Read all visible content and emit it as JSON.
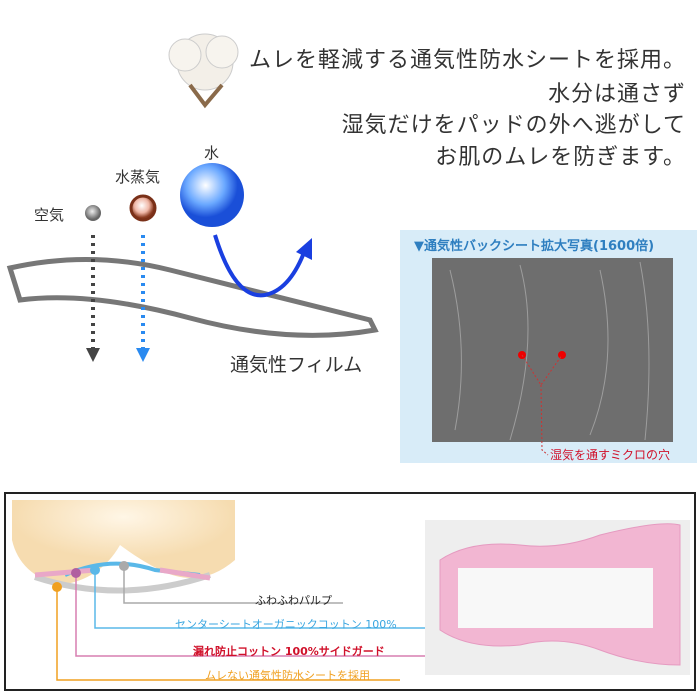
{
  "headline": {
    "lines": [
      "ムレを軽減する通気性防水シートを採用。",
      "水分は通さず",
      "湿気だけをパッドの外へ逃がして",
      "お肌のムレを防ぎます。"
    ]
  },
  "diagram": {
    "air": "空気",
    "vapor": "水蒸気",
    "water": "水",
    "film": "通気性フィルム"
  },
  "photo_panel": {
    "title": "▼通気性バックシート拡大写真(1600倍)",
    "caption": "湿気を通すミクロの穴"
  },
  "layers": {
    "pulp": "ふわふわパルプ",
    "center_sheet": "センターシートオーガニックコットン 100%",
    "side_guard": "漏れ防止コットン 100%サイドガード",
    "back_sheet": "ムレない通気性防水シートを採用"
  },
  "colors": {
    "blue": "#2b6fd6",
    "red": "#d0102a",
    "orange": "#f0a020",
    "pink": "#d77fb0",
    "lightblue": "#5ab8e8",
    "gray": "#aaaaaa"
  }
}
